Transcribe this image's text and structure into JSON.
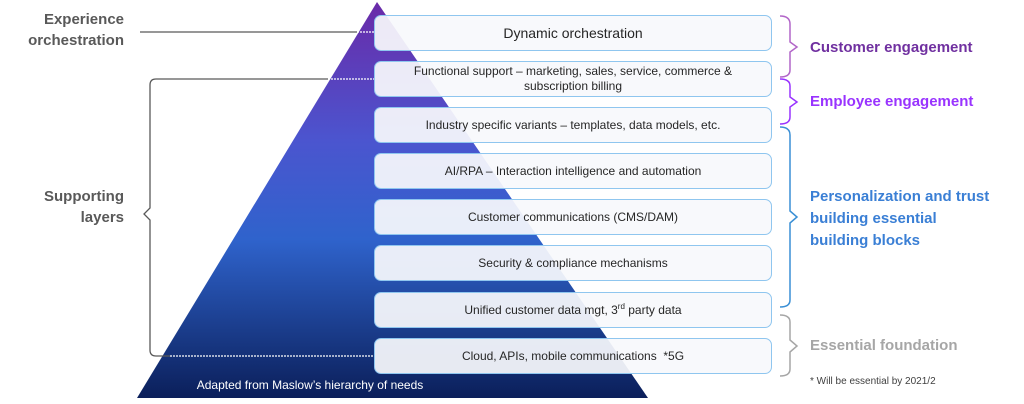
{
  "diagram": {
    "title_caption": "Adapted from Maslow’s hierarchy of needs",
    "footnote": "* Will be essential by 2021/2",
    "layers": [
      {
        "label": "Dynamic orchestration"
      },
      {
        "label": "Functional support – marketing, sales, service, commerce & subscription billing"
      },
      {
        "label": "Industry specific variants – templates, data models, etc."
      },
      {
        "label": "AI/RPA – Interaction intelligence and automation"
      },
      {
        "label": "Customer communications (CMS/DAM)"
      },
      {
        "label": "Security & compliance mechanisms"
      },
      {
        "label_pre": "Unified customer data mgt, 3",
        "label_sup": "rd",
        "label_post": " party data"
      },
      {
        "label": "Cloud, APIs, mobile communications  *5G"
      }
    ],
    "left_groups": [
      {
        "label_line1": "Experience",
        "label_line2": "orchestration"
      },
      {
        "label_line1": "Supporting",
        "label_line2": "layers"
      }
    ],
    "right_groups": [
      {
        "label": "Customer engagement",
        "color": "#7030a0"
      },
      {
        "label": "Employee engagement",
        "color": "#9933ff"
      },
      {
        "label_line1": "Personalization and trust",
        "label_line2": "building essential",
        "label_line3": "building blocks",
        "color": "#3a7fd5"
      },
      {
        "label": "Essential foundation",
        "color": "#a6a6a6"
      }
    ],
    "colors": {
      "pyramid_top": "#6a2aa8",
      "pyramid_mid": "#3b63d6",
      "pyramid_bottom": "#0d2260",
      "box_border": "#8fc6ef",
      "left_bracket": "#595959"
    }
  }
}
